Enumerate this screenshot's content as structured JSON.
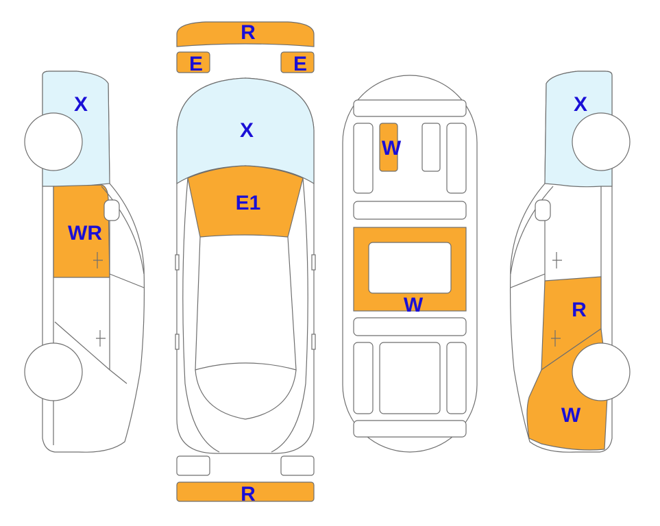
{
  "colors": {
    "code_text": "#1a0fd6",
    "orange": "#f9a930",
    "light_blue": "#dff4fb",
    "outline": "#6e6e6e"
  },
  "legend_semantics": "damage/inspection codes marked on car panels",
  "top_view": {
    "front_bumper": "R",
    "left_headlight": "E",
    "right_headlight": "E",
    "hood": "X",
    "windshield": "E1",
    "rear_bumper": "R"
  },
  "underbody_view": {
    "front_member": "W",
    "center_floor": "W"
  },
  "left_side_view": {
    "front_fender": "X",
    "front_door": "WR"
  },
  "right_side_view": {
    "front_fender": "X",
    "rear_door": "R",
    "rear_quarter": "W"
  }
}
